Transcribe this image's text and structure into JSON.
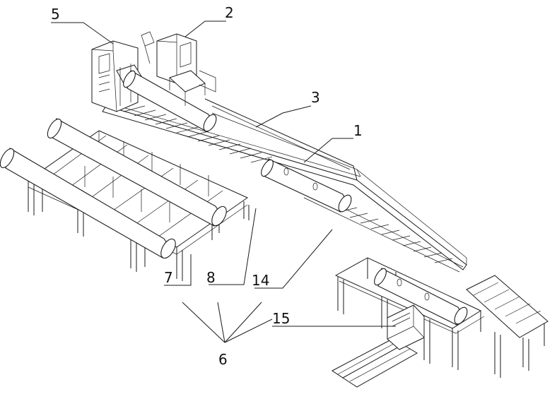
{
  "labels": {
    "l1": "1",
    "l2": "2",
    "l3": "3",
    "l5": "5",
    "l6": "6",
    "l7": "7",
    "l8": "8",
    "l14": "14",
    "l15": "15"
  }
}
